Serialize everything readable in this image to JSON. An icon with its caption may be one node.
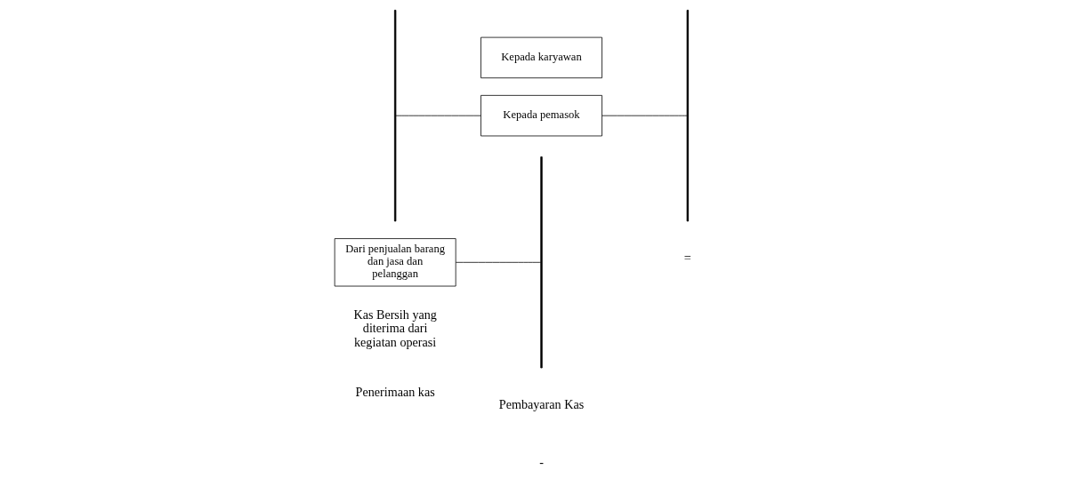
{
  "diagram": {
    "nodes": [
      {
        "text": [
          "Dari penjualan barang dan jasa dan pelanggan"
        ]
      },
      {
        "text": [],
        "shape": "bar"
      },
      {
        "text": [],
        "shape": "bar"
      },
      {
        "text": [
          "Kepada pemasok"
        ]
      },
      {
        "text": [
          "Kepada karyawan"
        ]
      },
      {
        "text": [],
        "shape": "bar"
      }
    ],
    "edges": [
      {
        "from": 0,
        "to": 1,
        "arrow": "none"
      },
      {
        "from": 2,
        "to": 3,
        "arrow": "none"
      },
      {
        "from": 3,
        "to": 5,
        "arrow": "none"
      }
    ],
    "labels": [
      "Penerimaan kas",
      "-",
      "Pembayaran Kas",
      "=",
      "Kas Bersih yang diterima dari kegiatan operasi"
    ]
  }
}
